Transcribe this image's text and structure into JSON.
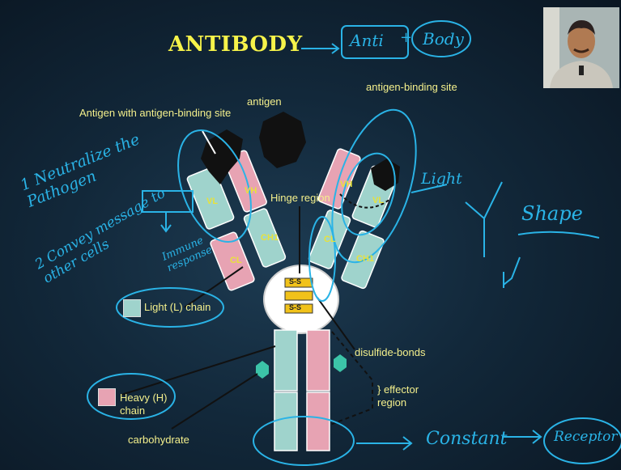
{
  "title": "ANTIBODY",
  "labels": {
    "antigen_with_site": "Antigen with  antigen-binding site",
    "antigen": "antigen",
    "antigen_binding_site": "antigen-binding site",
    "hinge_region": "Hinge region",
    "light_chain": "Light (L) chain",
    "heavy_chain": "Heavy (H) chain",
    "disulfide_bonds": "disulfide-bonds",
    "effector_region": "} effector region",
    "carbohydrate": "carbohydrate"
  },
  "domains": {
    "vl": "VL",
    "vh": "VH",
    "cl": "CL",
    "ch1": "CH1",
    "ss": "S-S"
  },
  "annotations": {
    "anti": "Anti",
    "plus": "+",
    "body": "Body",
    "note1": "1 Neutralize the Pathogen",
    "note2": "2 Convey message to other cells",
    "immune": "Immune response",
    "light": "Light",
    "shape": "Shape",
    "constant": "Constant",
    "receptor": "Receptor"
  },
  "colors": {
    "light_chain": "#9fd3cc",
    "heavy_chain": "#e7a3b3",
    "label_yellow": "#f4f08c",
    "annotation_blue": "#2ab3e6",
    "title_yellow": "#f6f34a"
  }
}
